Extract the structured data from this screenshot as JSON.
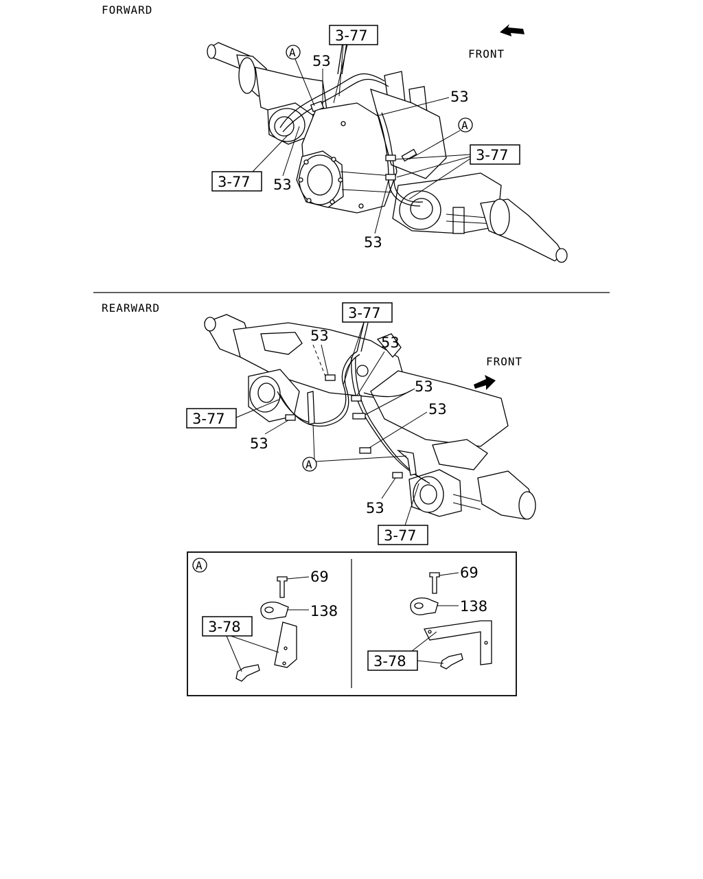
{
  "sections": {
    "forward": {
      "title": "FORWARD",
      "front_label": "FRONT"
    },
    "rearward": {
      "title": "REARWARD",
      "front_label": "FRONT"
    }
  },
  "forward_callouts": {
    "ref_top": "3-77",
    "ref_left": "3-77",
    "ref_right": "3-77",
    "part_a": "53",
    "part_b": "53",
    "part_c": "53",
    "part_d": "53",
    "detail_a1": "A",
    "detail_a2": "A"
  },
  "rearward_callouts": {
    "ref_top": "3-77",
    "ref_left": "3-77",
    "ref_bottom": "3-77",
    "part_a": "53",
    "part_b": "53",
    "part_c": "53",
    "part_d": "53",
    "part_e": "53",
    "part_f": "53",
    "detail_a": "A"
  },
  "detail_box": {
    "marker": "A",
    "left": {
      "bolt": "69",
      "clip": "138",
      "ref": "3-78"
    },
    "right": {
      "bolt": "69",
      "clip": "138",
      "ref": "3-78"
    }
  }
}
